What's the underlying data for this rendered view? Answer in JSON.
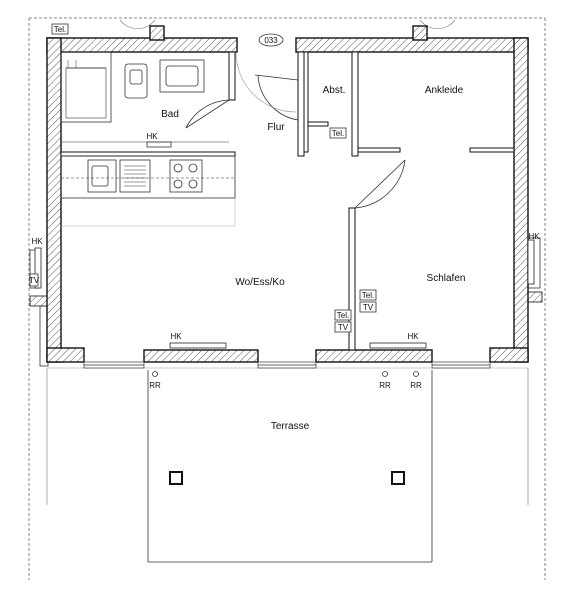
{
  "plan": {
    "unit_number": "033",
    "rooms": {
      "bad": "Bad",
      "flur": "Flur",
      "abst": "Abst.",
      "ankleide": "Ankleide",
      "wohnen": "Wo/Ess/Ko",
      "schlafen": "Schlafen",
      "terrasse": "Terrasse"
    },
    "labels": {
      "heater": "HK",
      "telephone": "Tel.",
      "tv": "TV",
      "drain": "RR"
    }
  },
  "colors": {
    "wall": "#1a1a1a",
    "hatch": "#555555",
    "line": "#222222",
    "thin": "#888888"
  }
}
